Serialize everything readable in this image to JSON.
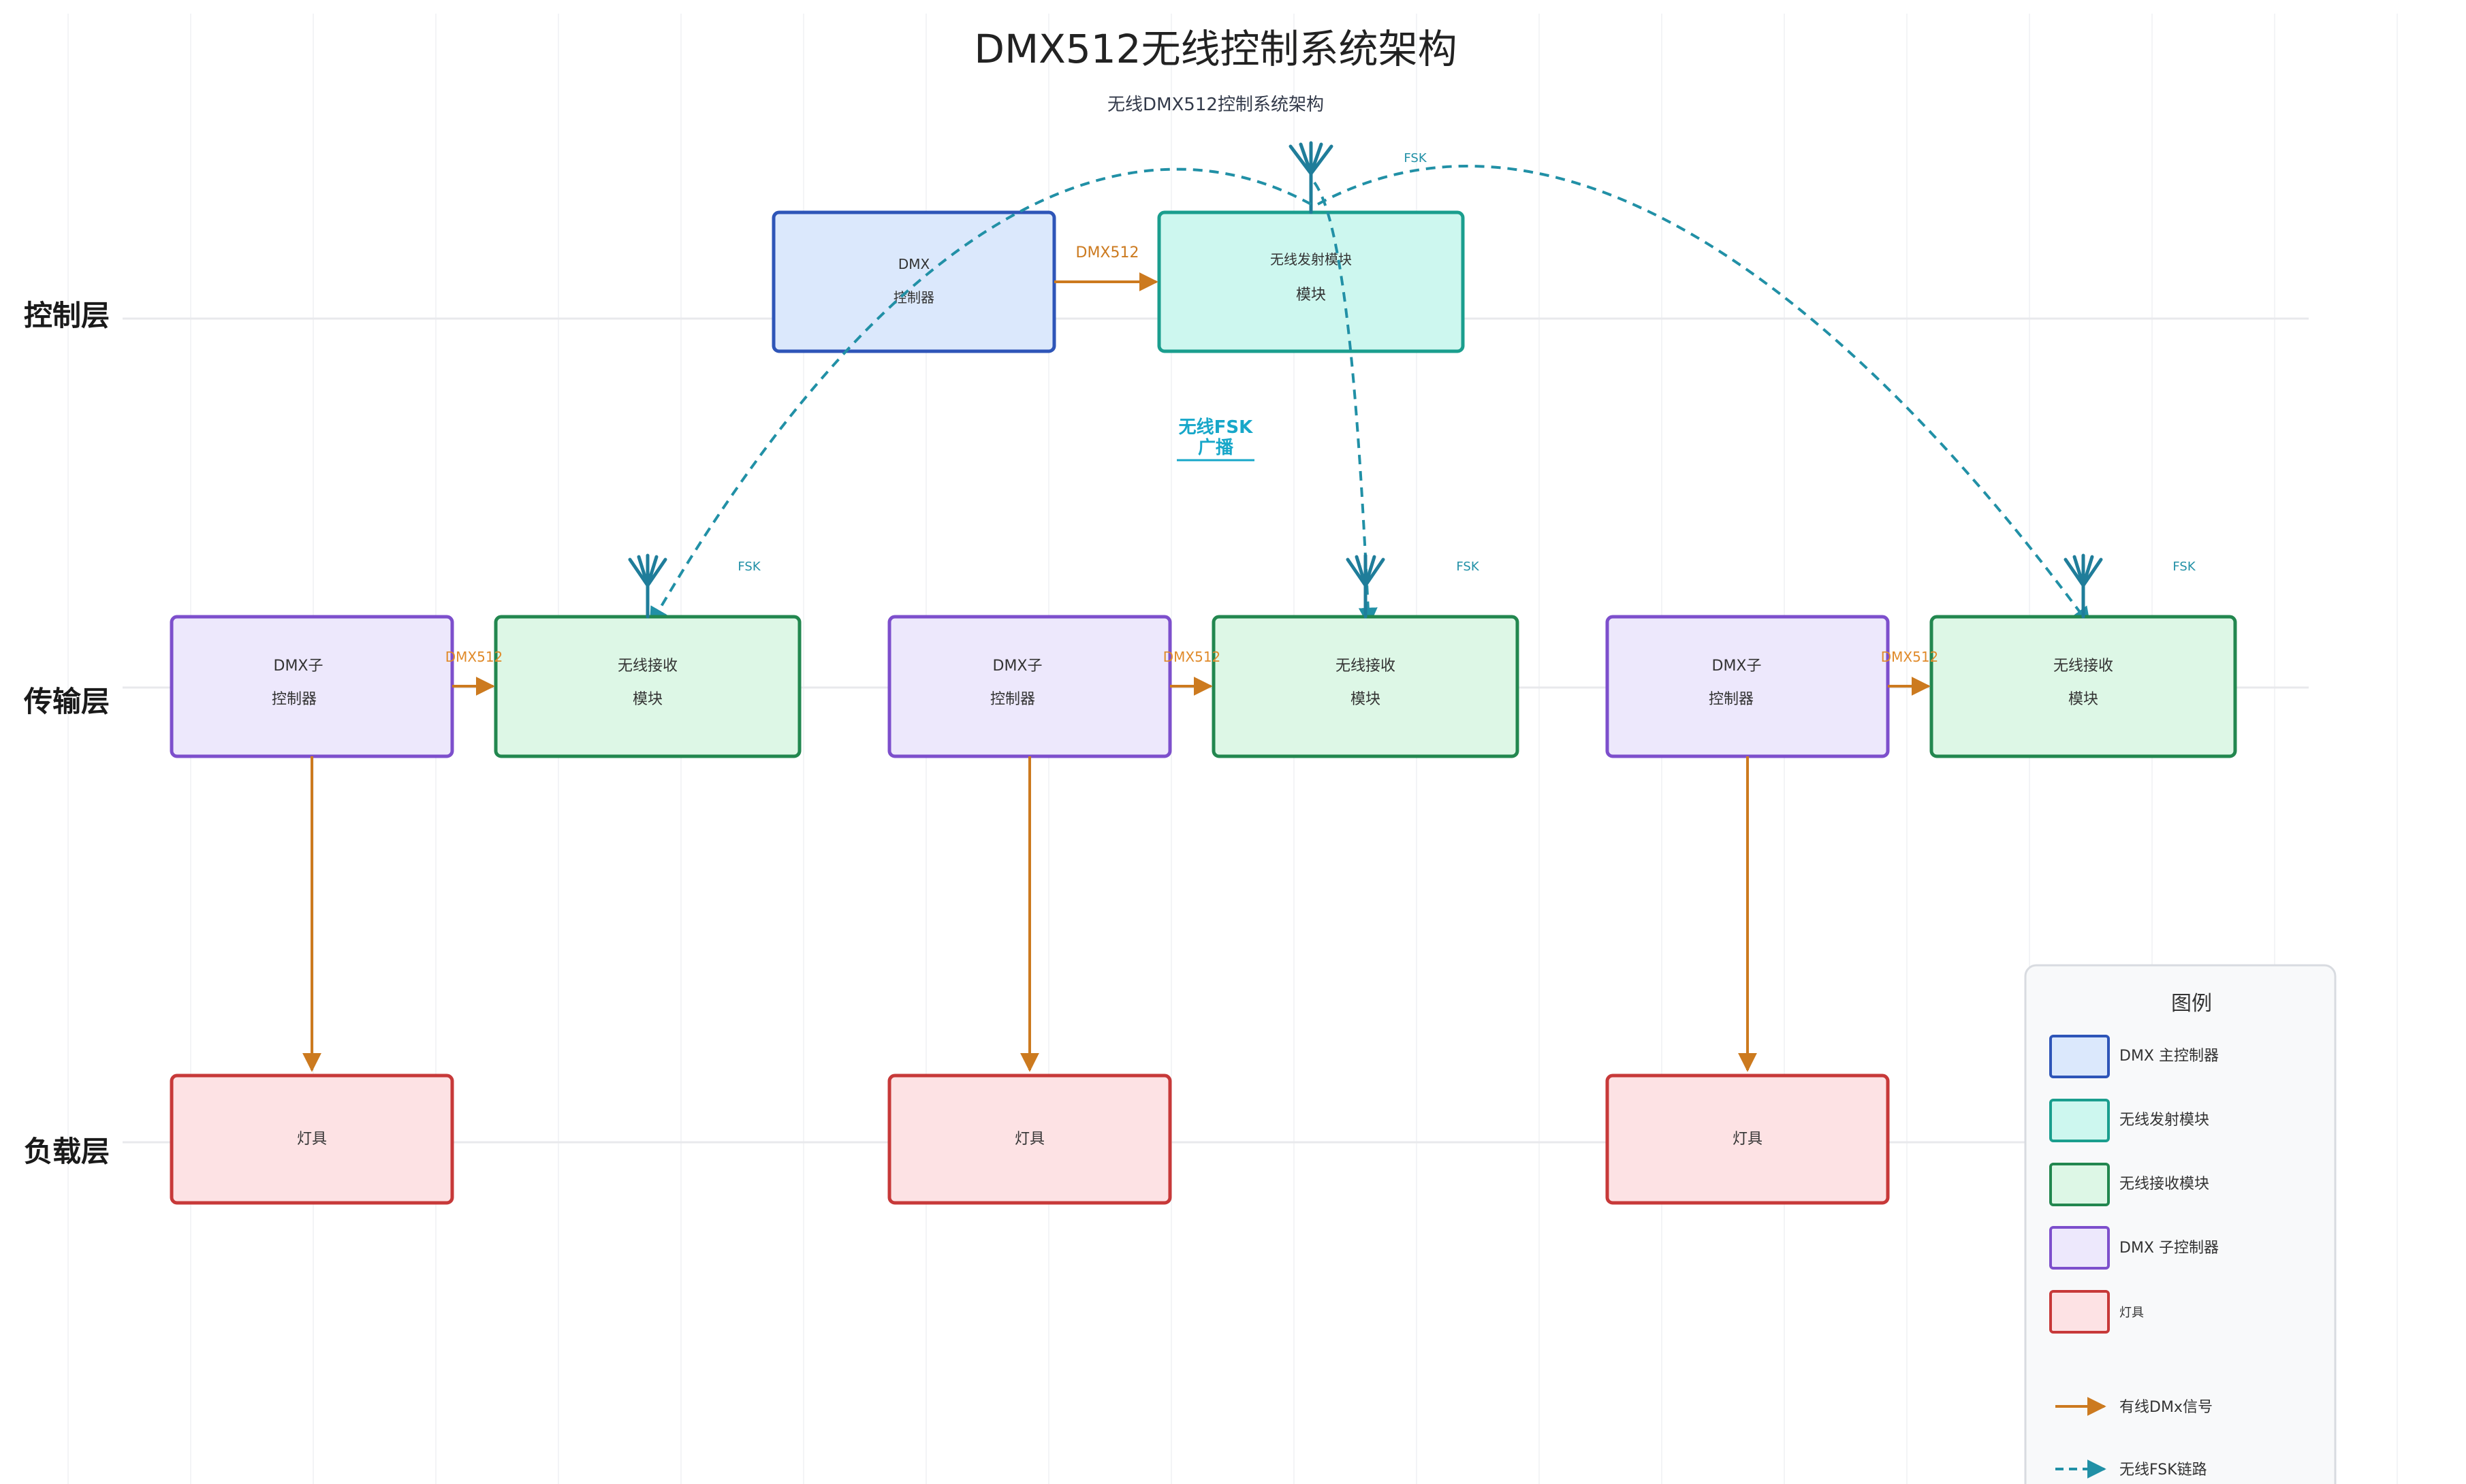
{
  "title": "DMX512无线控制系统架构",
  "subtitle": "无线DMX512控制系统架构",
  "layers": {
    "control": "控制层",
    "transport": "传输层",
    "load": "负载层"
  },
  "control_nodes": {
    "dmx_main_line1": "DMX",
    "dmx_main_line2": "控制器",
    "transmitter_line1": "无线发射模块",
    "transmitter_line2": "模块",
    "link_dmx512": "DMX512",
    "fsk_top": "FSK"
  },
  "broadcast_label": {
    "line1": "无线FSK",
    "line2": "广播"
  },
  "groups": [
    {
      "sub_line1": "DMX子",
      "sub_line2": "控制器",
      "rx_line1": "无线接收",
      "rx_line2": "模块",
      "link": "DMX512",
      "fsk": "FSK",
      "lamp": "灯具"
    },
    {
      "sub_line1": "DMX子",
      "sub_line2": "控制器",
      "rx_line1": "无线接收",
      "rx_line2": "模块",
      "link": "DMX512",
      "fsk": "FSK",
      "lamp": "灯具"
    },
    {
      "sub_line1": "DMX子",
      "sub_line2": "控制器",
      "rx_line1": "无线接收",
      "rx_line2": "模块",
      "link": "DMX512",
      "fsk": "FSK",
      "lamp": "灯具"
    }
  ],
  "legend": {
    "title": "图例",
    "items": [
      {
        "label": "DMX 主控制器",
        "fill": "#dbe8fc",
        "stroke": "#2e55b8"
      },
      {
        "label": "无线发射模块",
        "fill": "#cdf7ef",
        "stroke": "#1a9e8e"
      },
      {
        "label": "无线接收模块",
        "fill": "#ddf7e6",
        "stroke": "#22874f"
      },
      {
        "label": "DMX 子控制器",
        "fill": "#ede8fc",
        "stroke": "#7d4fcc"
      },
      {
        "label": "灯具",
        "fill": "#fde2e4",
        "stroke": "#c73939"
      }
    ],
    "wired": "有线DMx信号",
    "wireless": "无线FSK链路"
  },
  "colors": {
    "wired": "#cc7a1f",
    "wireless": "#2190a6",
    "broadcast": "#17a7c9",
    "antenna": "#1f7d9a"
  }
}
